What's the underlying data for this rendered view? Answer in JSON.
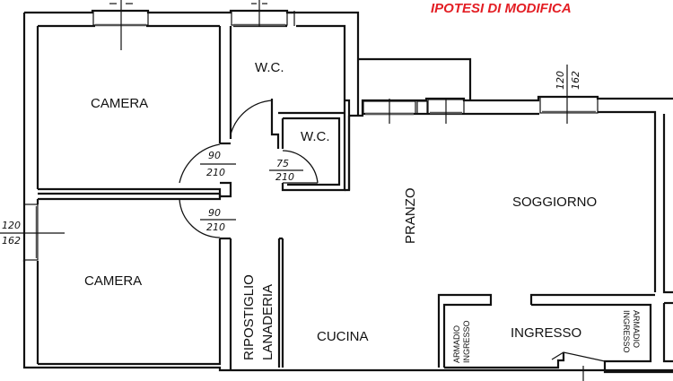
{
  "title": "IPOTESI DI MODIFICA",
  "title_color": "#e31e24",
  "rooms": {
    "camera_top": "CAMERA",
    "camera_bottom": "CAMERA",
    "wc_large": "W.C.",
    "wc_small": "W.C.",
    "pranzo": "PRANZO",
    "soggiorno": "SOGGIORNO",
    "cucina": "CUCINA",
    "ripostiglio": "RIPOSTIGLIO",
    "lanaderia": "LANADERIA",
    "ingresso": "INGRESSO",
    "armadio_left_1": "ARMADIO",
    "armadio_left_2": "INGRESSO",
    "armadio_right_1": "ARMADIO",
    "armadio_right_2": "INGRESSO"
  },
  "doors": [
    {
      "id": "camera-top-door",
      "width": "90",
      "height": "210"
    },
    {
      "id": "wc-small-door",
      "width": "75",
      "height": "210"
    },
    {
      "id": "camera-bottom-door",
      "width": "90",
      "height": "210"
    }
  ],
  "windows": [
    {
      "id": "left-window",
      "width": "120",
      "sill": "162"
    },
    {
      "id": "soggiorno-window",
      "width": "120",
      "sill": "162"
    }
  ]
}
